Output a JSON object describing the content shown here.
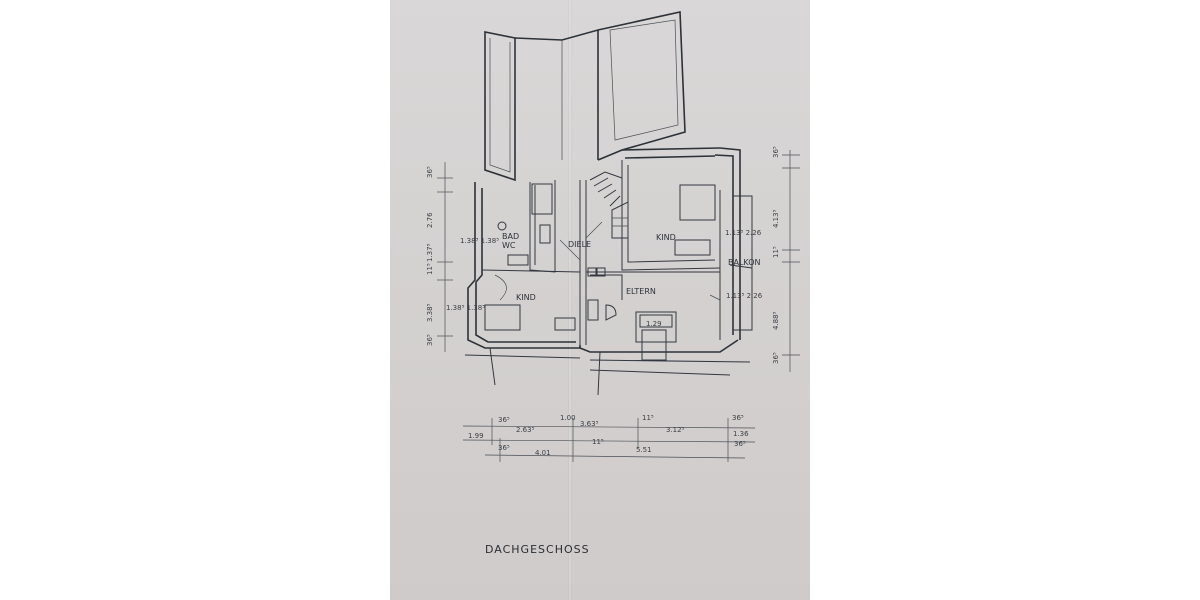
{
  "rooms": {
    "bad_wc": [
      "BAD",
      "WC"
    ],
    "diele": "DIELE",
    "kind_right": "KIND",
    "kind_left": "KIND",
    "eltern": "ELTERN",
    "balkon": "BALKON"
  },
  "floor_title": "DACHGESCHOSS",
  "room_marks": {
    "bad": "1.38³ 1.38⁵",
    "kind_right": "1.13⁵ 2.26",
    "kind_left": "1.38⁵ 1.38⁵",
    "eltern": "1.13⁵ 2.26",
    "bed_eltern": "1.29"
  },
  "dimensions": {
    "bottom_row1": [
      "36⁵",
      "2.63⁵",
      "1.00",
      "3.63⁵",
      "11⁵",
      "3.12⁵",
      "36⁵"
    ],
    "bottom_row2": [
      "1.99",
      "1.36"
    ],
    "bottom_row3": [
      "36⁵",
      "4.01",
      "11⁵",
      "5.51",
      "36⁵"
    ],
    "left_col": [
      "36⁵",
      "2.76",
      "1.37⁵",
      "11⁵",
      "3.38⁵",
      "36⁵"
    ],
    "right_col": [
      "36⁵",
      "4.13⁵",
      "11⁵",
      "4.88⁵",
      "36⁵"
    ]
  }
}
